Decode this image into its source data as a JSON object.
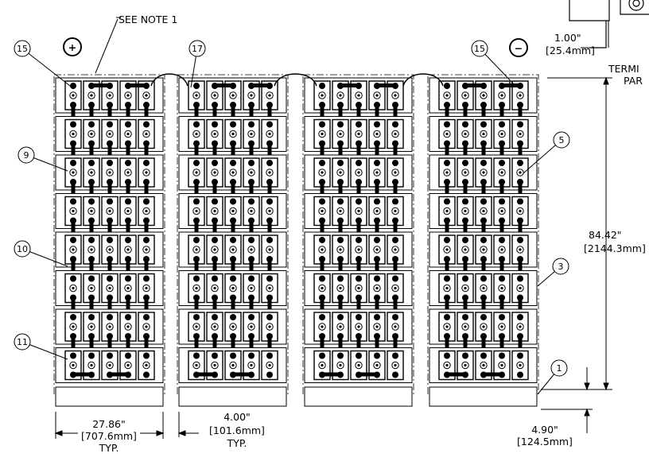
{
  "notes": {
    "see_note": "SEE NOTE 1"
  },
  "terminals": {
    "positive": "+",
    "negative": "−"
  },
  "balloons": {
    "b15_left": "15",
    "b15_right": "15",
    "b17": "17",
    "b9": "9",
    "b10": "10",
    "b11": "11",
    "b5": "5",
    "b3": "3",
    "b1": "1"
  },
  "labels": {
    "terminal_line1": "TERMI",
    "terminal_line2": "PAR"
  },
  "dimensions": {
    "top_in": "1.00\"",
    "top_mm": "[25.4mm]",
    "height_in": "84.42\"",
    "height_mm": "[2144.3mm]",
    "width_in": "27.86\"",
    "width_mm": "[707.6mm]",
    "width_typ": "TYP.",
    "gap_in": "4.00\"",
    "gap_mm": "[101.6mm]",
    "gap_typ": "TYP.",
    "base_in": "4.90\"",
    "base_mm": "[124.5mm]"
  }
}
